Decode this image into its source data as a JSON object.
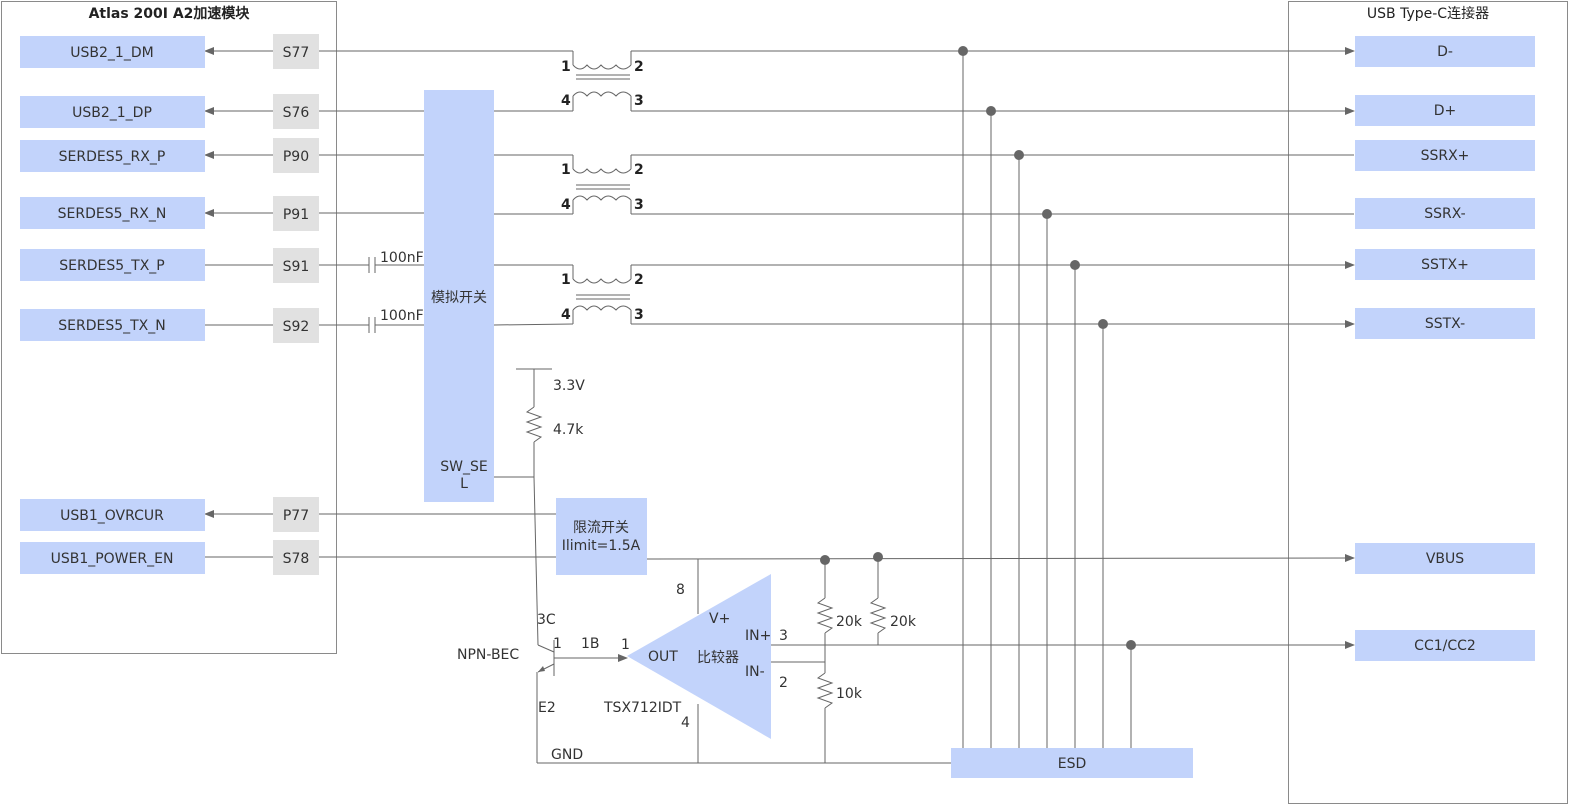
{
  "module": {
    "title": "Atlas 200I A2加速模块",
    "signals": [
      {
        "name": "USB2_1_DM",
        "pin": "S77",
        "direction": "in"
      },
      {
        "name": "USB2_1_DP",
        "pin": "S76",
        "direction": "in"
      },
      {
        "name": "SERDES5_RX_P",
        "pin": "P90",
        "direction": "in"
      },
      {
        "name": "SERDES5_RX_N",
        "pin": "P91",
        "direction": "in"
      },
      {
        "name": "SERDES5_TX_P",
        "pin": "S91",
        "direction": "out"
      },
      {
        "name": "SERDES5_TX_N",
        "pin": "S92",
        "direction": "out"
      },
      {
        "name": "USB1_OVRCUR",
        "pin": "P77",
        "direction": "in"
      },
      {
        "name": "USB1_POWER_EN",
        "pin": "S78",
        "direction": "out"
      }
    ]
  },
  "connector": {
    "title": "USB Type-C连接器",
    "pins": [
      "D-",
      "D+",
      "SSRX+",
      "SSRX-",
      "SSTX+",
      "SSTX-",
      "VBUS",
      "CC1/CC2"
    ]
  },
  "switch": {
    "label": "模拟开关",
    "sel_label": "SW_SE\nL"
  },
  "capacitors": [
    "100nF",
    "100nF"
  ],
  "transformers": [
    {
      "p1": "1",
      "p2": "2",
      "p4": "4",
      "p3": "3"
    },
    {
      "p1": "1",
      "p2": "2",
      "p4": "4",
      "p3": "3"
    },
    {
      "p1": "1",
      "p2": "2",
      "p4": "4",
      "p3": "3"
    }
  ],
  "pullup": {
    "voltage": "3.3V",
    "resistor": "4.7k"
  },
  "current_switch": {
    "line1": "限流开关",
    "line2": "Ilimit=1.5A"
  },
  "transistor": {
    "type": "NPN-BEC",
    "collector": "3C",
    "c_pin": "1",
    "base": "1B",
    "emitter": "E2"
  },
  "comparator": {
    "label": "比较器",
    "part": "TSX712IDT",
    "out": "OUT",
    "out_pin": "1",
    "vplus": "V+",
    "vplus_pin": "8",
    "inplus": "IN+",
    "inplus_pin": "3",
    "inminus": "IN-",
    "inminus_pin": "2",
    "gnd_pin": "4"
  },
  "resistors": {
    "r1": "20k",
    "r2": "20k",
    "r3": "10k"
  },
  "ground": "GND",
  "esd": "ESD",
  "colors": {
    "box": "#c2d3fb",
    "pin": "#e1e1e1",
    "wire": "#666666"
  }
}
